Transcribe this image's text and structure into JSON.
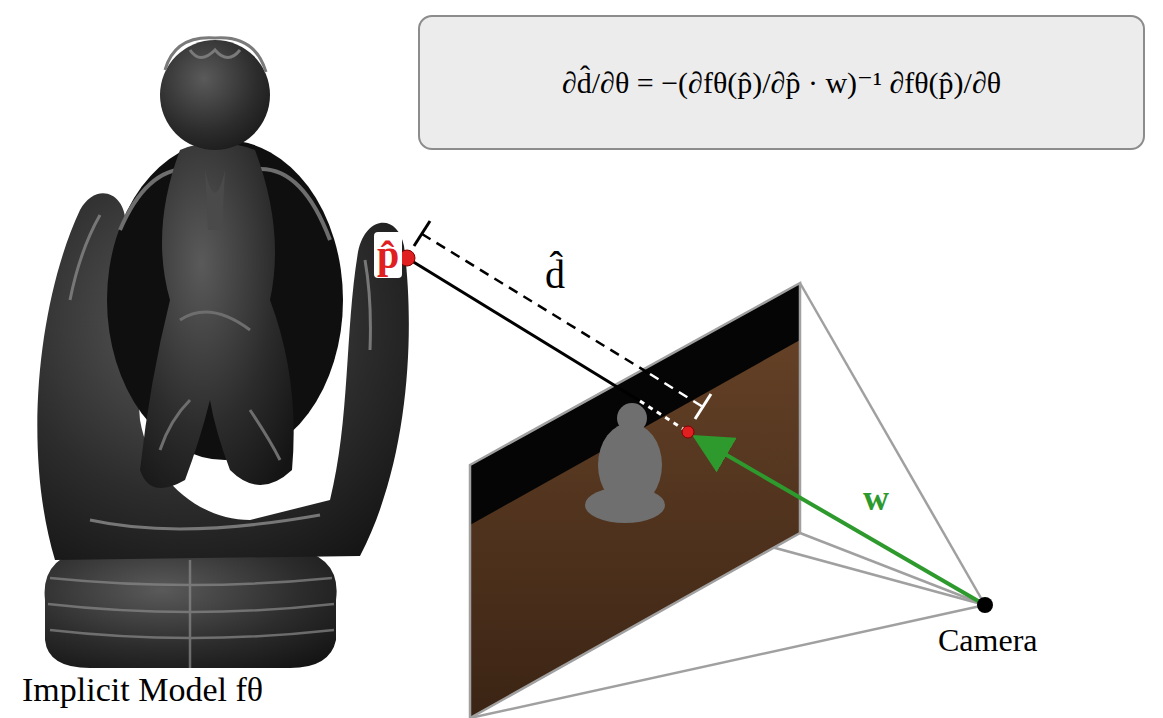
{
  "diagram": {
    "nodes": [
      {
        "text": [
          "∂d̂/∂θ = −(∂fθ(p̂)/∂p̂ · w)⁻¹ ∂fθ(p̂)/∂θ"
        ]
      }
    ],
    "labels": [
      "p̂",
      "d̂",
      "w",
      "Camera",
      "Implicit Model fθ"
    ]
  }
}
